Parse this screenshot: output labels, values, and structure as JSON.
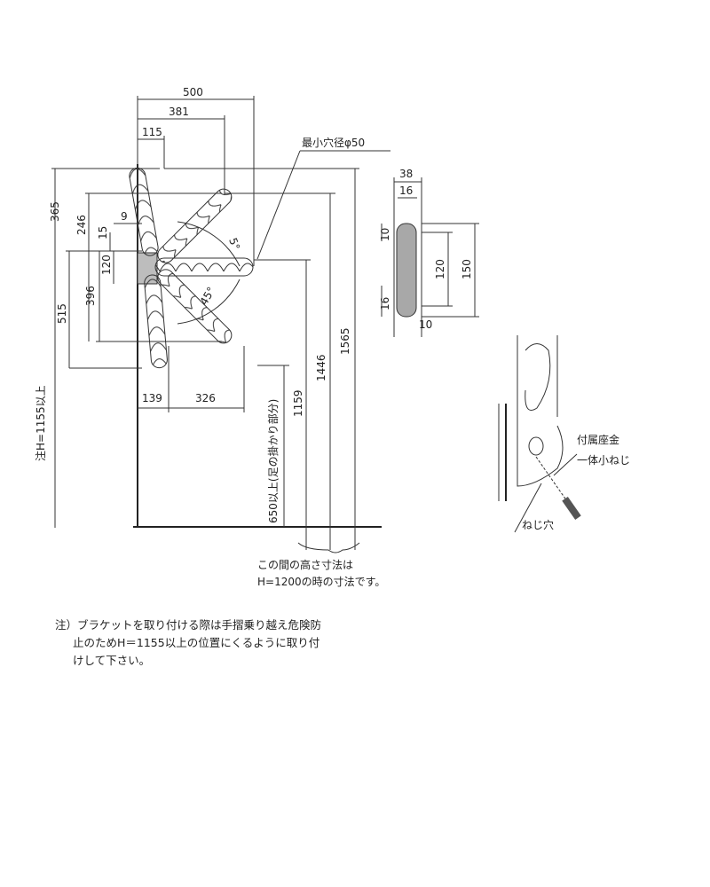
{
  "dimensions": {
    "top": [
      "500",
      "381",
      "115"
    ],
    "left": [
      "365",
      "246",
      "9",
      "15",
      "120",
      "396",
      "515"
    ],
    "bottom": [
      "139",
      "326"
    ],
    "vertical_right": [
      "1159",
      "1446",
      "1565"
    ],
    "angles": [
      "5°",
      "45°"
    ],
    "side_view": [
      "38",
      "16",
      "10",
      "120",
      "150",
      "16",
      "10"
    ]
  },
  "labels": {
    "min_hole": "最小穴径φ50",
    "left_note": "注H=1155以上",
    "center_vertical": "650以上(足の掛かり部分)",
    "bracket": "付属座金",
    "screw": "一体小ねじ",
    "screw_hole": "ねじ穴",
    "span_caption_1": "この間の高さ寸法は",
    "span_caption_2": "H=1200の時の寸法です。"
  },
  "note": {
    "line1": "注）ブラケットを取り付ける際は手摺乗り越え危険防",
    "line2": "止のためH＝1155以上の位置にくるように取り付",
    "line3": "けして下さい。"
  }
}
